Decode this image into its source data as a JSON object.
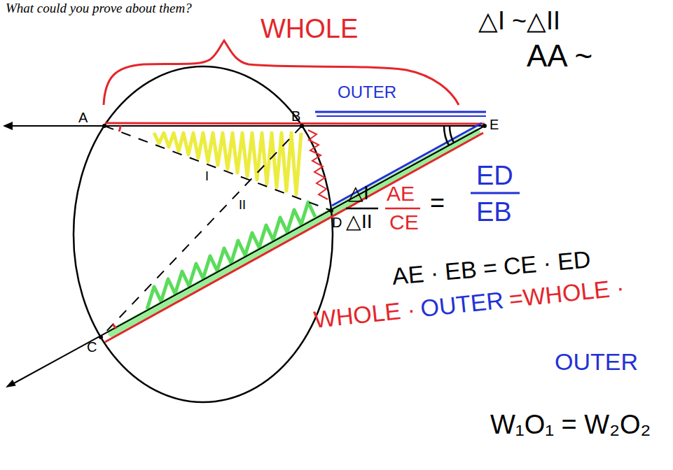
{
  "diagram": {
    "labels": [
      "What could you prove about them?",
      "WHOLE",
      "△I ~△II",
      "AA ~",
      "OUTER",
      "A",
      "B",
      "E",
      "D",
      "C",
      "I",
      "II",
      "△I",
      "△II",
      "AE",
      "CE",
      "=",
      "ED",
      "EB",
      "AE · EB = CE · ED",
      "WHOLE ·",
      "OUTER",
      "=WHOLE ·",
      "OUTER",
      "W₁O₁ = W₂O₂"
    ]
  }
}
